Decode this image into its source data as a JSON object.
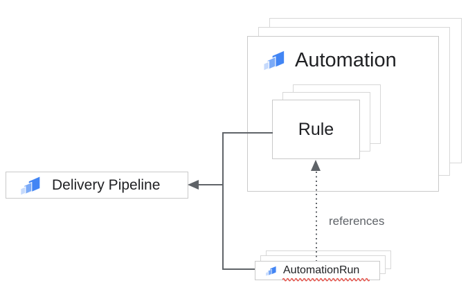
{
  "nodes": {
    "automation": {
      "label": "Automation",
      "stack": 3
    },
    "rule": {
      "label": "Rule",
      "stack": 3,
      "contained_in": "Automation"
    },
    "delivery_pipeline": {
      "label": "Delivery Pipeline",
      "stack": 1
    },
    "automation_run": {
      "label": "AutomationRun",
      "stack": 3,
      "spellcheck_underline": true
    }
  },
  "edges": {
    "references": {
      "label": "references",
      "from": "AutomationRun",
      "to": "Rule",
      "style": "dotted-arrow"
    },
    "pipeline_link": {
      "label": "",
      "from": "Rule / AutomationRun",
      "to": "Delivery Pipeline",
      "style": "solid-arrow"
    }
  },
  "icons": {
    "node_icon": "cloud-deploy-icon"
  },
  "colors": {
    "background": "#ffffff",
    "text": "#202124",
    "muted_text": "#5f6368",
    "connector": "#5f6368",
    "border": "#c9c9c9",
    "border_light": "#d7d7d7",
    "icon_blue_dark": "#4285f4",
    "icon_blue_mid": "#7baaf7",
    "icon_blue_light": "#c6dafc",
    "squiggle_red": "#e8453c"
  }
}
